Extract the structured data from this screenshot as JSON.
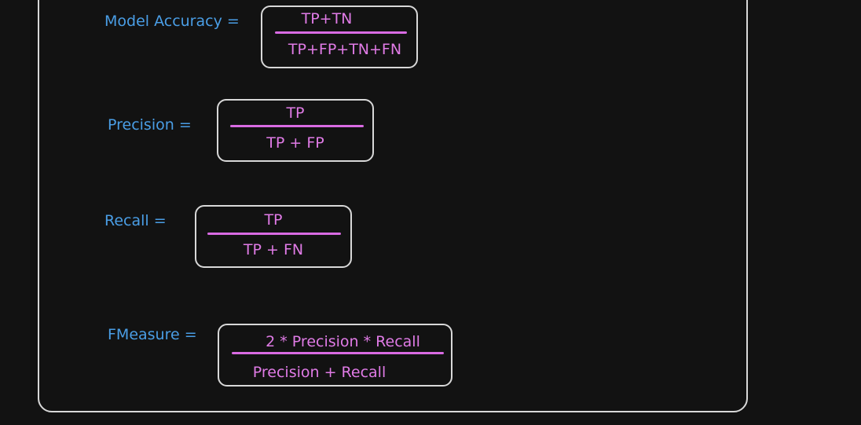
{
  "formulas": {
    "accuracy": {
      "label": "Model Accuracy =",
      "numerator": "TP+TN",
      "denominator": "TP+FP+TN+FN"
    },
    "precision": {
      "label": "Precision =",
      "numerator": "TP",
      "denominator": "TP + FP"
    },
    "recall": {
      "label": "Recall =",
      "numerator": "TP",
      "denominator": "TP + FN"
    },
    "fmeasure": {
      "label": "FMeasure =",
      "numerator": "2 * Precision * Recall",
      "denominator": "Precision + Recall"
    }
  },
  "colors": {
    "background": "#121212",
    "label": "#4a9ee6",
    "formula_text": "#e07be6",
    "fraction_bar": "#d96be3",
    "outline": "#d8d8d8"
  }
}
